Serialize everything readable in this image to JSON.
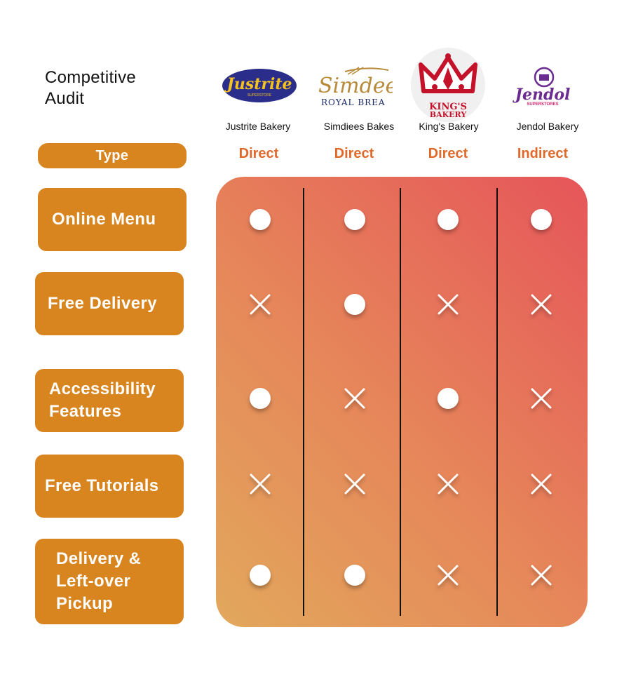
{
  "title": "Competitive\nAudit",
  "type_label": "Type",
  "competitors": [
    {
      "name": "Justrite Bakery",
      "type": "Direct",
      "logo_text": "Justrite",
      "logo_sub": "SUPERSTORE"
    },
    {
      "name": "Simdiees Bakes",
      "type": "Direct",
      "logo_text": "Simdees",
      "logo_sub": "ROYAL BREA"
    },
    {
      "name": "King's Bakery",
      "type": "Direct",
      "logo_text": "KING'S",
      "logo_sub": "BAKERY"
    },
    {
      "name": "Jendol Bakery",
      "type": "Indirect",
      "logo_text": "Jendol",
      "logo_sub": "SUPERSTORES"
    }
  ],
  "features": [
    {
      "label": "Online Menu",
      "values": [
        "yes",
        "yes",
        "yes",
        "yes"
      ]
    },
    {
      "label": "Free Delivery",
      "values": [
        "no",
        "yes",
        "no",
        "no"
      ]
    },
    {
      "label": "Accessibility\nFeatures",
      "values": [
        "yes",
        "no",
        "yes",
        "no"
      ]
    },
    {
      "label": "Free Tutorials",
      "values": [
        "no",
        "no",
        "no",
        "no"
      ]
    },
    {
      "label": "Delivery &\nLeft-over\nPickup",
      "values": [
        "yes",
        "yes",
        "no",
        "no"
      ]
    }
  ],
  "colors": {
    "pill": "#d8841f",
    "type_text": "#e0692a",
    "gradient_start": "#e2a85c",
    "gradient_end": "#e6555a",
    "yes_mark": "#ffffff",
    "no_mark": "#ffffff"
  },
  "legend": {
    "yes_icon": "white-dot-icon",
    "no_icon": "cross-icon"
  }
}
